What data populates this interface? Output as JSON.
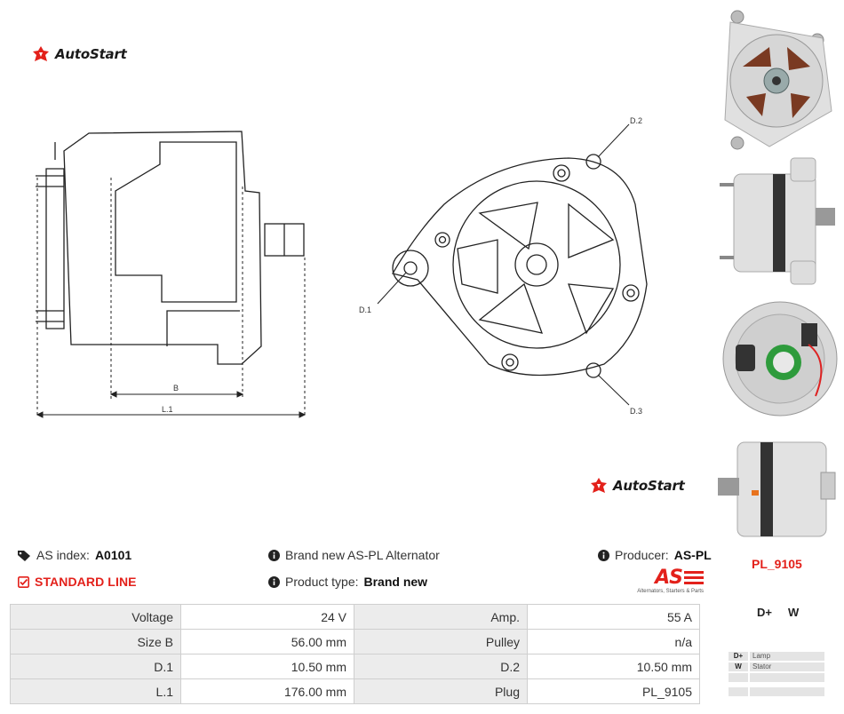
{
  "brand": {
    "name": "AutoStart"
  },
  "drawing": {
    "dim_b": "B",
    "dim_l1": "L.1",
    "hole_d1": "D.1",
    "hole_d2": "D.2",
    "hole_d3": "D.3"
  },
  "info": {
    "as_index_label": "AS index:",
    "as_index_value": "A0101",
    "standard_line": "STANDARD LINE",
    "description": "Brand new AS-PL Alternator",
    "product_type_label": "Product type:",
    "product_type_value": "Brand new",
    "producer_label": "Producer:",
    "producer_value": "AS-PL",
    "as_logo_text": "AS",
    "as_logo_tagline": "Alternators, Starters & Parts"
  },
  "specs": [
    {
      "l1": "Voltage",
      "v1": "24 V",
      "l2": "Amp.",
      "v2": "55 A"
    },
    {
      "l1": "Size B",
      "v1": "56.00 mm",
      "l2": "Pulley",
      "v2": "n/a"
    },
    {
      "l1": "D.1",
      "v1": "10.50 mm",
      "l2": "D.2",
      "v2": "10.50 mm"
    },
    {
      "l1": "L.1",
      "v1": "176.00 mm",
      "l2": "Plug",
      "v2": "PL_9105"
    }
  ],
  "side": {
    "plug_code": "PL_9105",
    "pin_1": "D+",
    "pin_2": "W",
    "legend": [
      {
        "key": "D+",
        "desc": "Lamp"
      },
      {
        "key": "W",
        "desc": "Stator"
      },
      {
        "key": "",
        "desc": ""
      },
      {
        "key": "",
        "desc": ""
      }
    ]
  },
  "colors": {
    "accent": "#e3211b",
    "table_label_bg": "#ececec",
    "border": "#cfcfcf"
  }
}
